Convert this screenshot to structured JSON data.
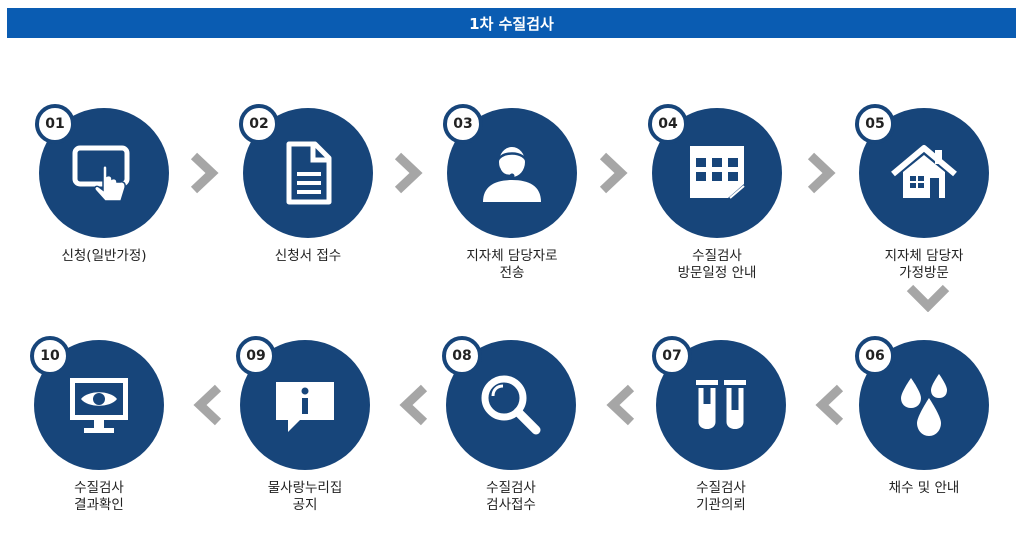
{
  "header": {
    "title": "1차 수질검사"
  },
  "steps": [
    {
      "number": "01",
      "icon": "touch-screen-icon",
      "label": [
        "신청(일반가정)"
      ]
    },
    {
      "number": "02",
      "icon": "document-icon",
      "label": [
        "신청서 접수"
      ]
    },
    {
      "number": "03",
      "icon": "operator-headset-icon",
      "label": [
        "지자체 담당자로",
        "전송"
      ]
    },
    {
      "number": "04",
      "icon": "calendar-icon",
      "label": [
        "수질검사",
        "방문일정 안내"
      ]
    },
    {
      "number": "05",
      "icon": "house-icon",
      "label": [
        "지자체 담당자",
        "가정방문"
      ]
    },
    {
      "number": "06",
      "icon": "water-drops-icon",
      "label": [
        "채수 및 안내"
      ]
    },
    {
      "number": "07",
      "icon": "test-tubes-icon",
      "label": [
        "수질검사",
        "기관의뢰"
      ]
    },
    {
      "number": "08",
      "icon": "magnifier-icon",
      "label": [
        "수질검사",
        "검사접수"
      ]
    },
    {
      "number": "09",
      "icon": "info-bubble-icon",
      "label": [
        "물사랑누리집",
        "공지"
      ]
    },
    {
      "number": "10",
      "icon": "monitor-eye-icon",
      "label": [
        "수질검사",
        "결과확인"
      ]
    }
  ],
  "colors": {
    "circle": "#17457a",
    "header": "#0a5cb2",
    "arrow": "#a6a6a6"
  }
}
